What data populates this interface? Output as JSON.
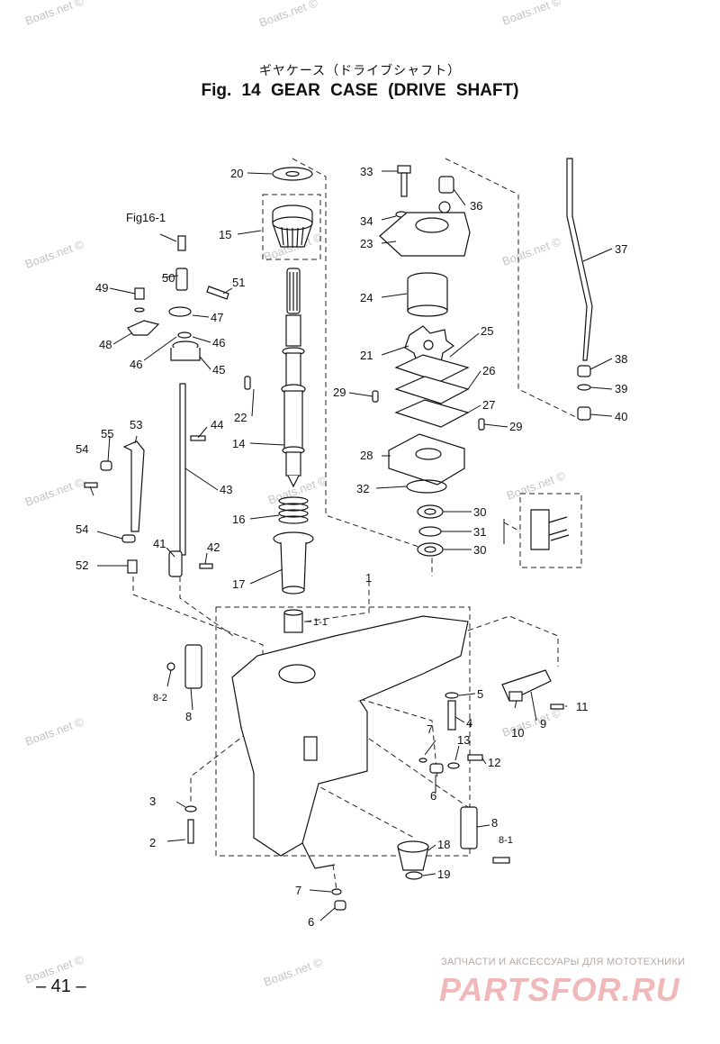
{
  "title_jp": "ギヤケース（ドライブシャフト）",
  "title_en": "Fig. 14    GEAR CASE   (DRIVE SHAFT)",
  "page_number": "– 41 –",
  "watermark": "Boats.net ©",
  "brand": {
    "tagline": "ЗАПЧАСТИ И АКСЕССУАРЫ ДЛЯ МОТОТЕХНИКИ",
    "logo": "PARTSFOR.RU"
  },
  "labels": {
    "p1": "1",
    "p1_1": "1-1",
    "p2": "2",
    "p3": "3",
    "p4": "4",
    "p5": "5",
    "p6a": "6",
    "p6b": "6",
    "p7a": "7",
    "p7b": "7",
    "p8a": "8",
    "p8b": "8",
    "p8_1": "8-1",
    "p8_2": "8-2",
    "p9": "9",
    "p10": "10",
    "p11": "11",
    "p12": "12",
    "p13": "13",
    "p14": "14",
    "p15": "15",
    "p16": "16",
    "p17": "17",
    "p18": "18",
    "p19": "19",
    "p20": "20",
    "p21": "21",
    "p22": "22",
    "p23": "23",
    "p24": "24",
    "p25": "25",
    "p26": "26",
    "p27": "27",
    "p28": "28",
    "p29a": "29",
    "p29b": "29",
    "p30a": "30",
    "p30b": "30",
    "p31": "31",
    "p32": "32",
    "p33": "33",
    "p34": "34",
    "p36": "36",
    "p37": "37",
    "p38": "38",
    "p39": "39",
    "p40": "40",
    "p41": "41",
    "p42": "42",
    "p43": "43",
    "p44": "44",
    "p45": "45",
    "p46a": "46",
    "p46b": "46",
    "p47": "47",
    "p48": "48",
    "p49": "49",
    "p50": "50",
    "p51": "51",
    "p52": "52",
    "p53": "53",
    "p54a": "54",
    "p54b": "54",
    "p55": "55",
    "fig16": "Fig16-1"
  }
}
